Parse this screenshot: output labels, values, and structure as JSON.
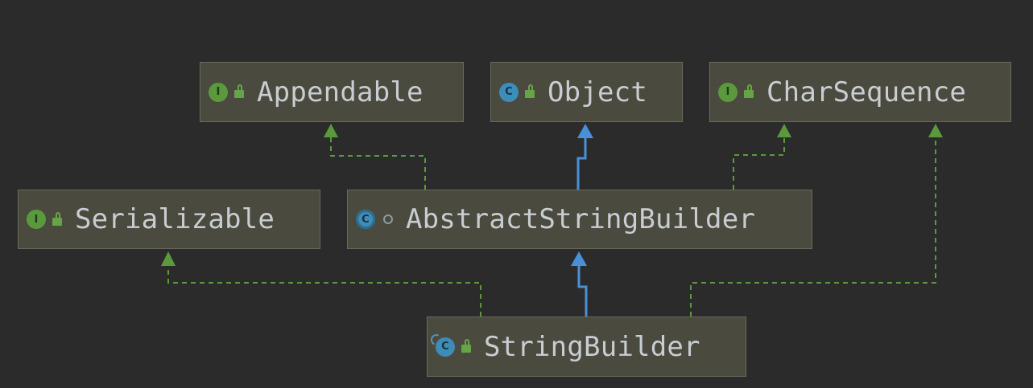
{
  "diagram": {
    "nodes": [
      {
        "key": "appendable",
        "label": "Appendable",
        "kind": "interface",
        "badge_letter": "I",
        "visibility_icon": "lock-icon"
      },
      {
        "key": "object",
        "label": "Object",
        "kind": "class",
        "badge_letter": "C",
        "visibility_icon": "lock-icon"
      },
      {
        "key": "charsequence",
        "label": "CharSequence",
        "kind": "interface",
        "badge_letter": "I",
        "visibility_icon": "lock-icon"
      },
      {
        "key": "serializable",
        "label": "Serializable",
        "kind": "interface",
        "badge_letter": "I",
        "visibility_icon": "lock-icon"
      },
      {
        "key": "abstractstringbuilder",
        "label": "AbstractStringBuilder",
        "kind": "abstract-class",
        "badge_letter": "C",
        "visibility_icon": "package-private-icon"
      },
      {
        "key": "stringbuilder",
        "label": "StringBuilder",
        "kind": "class",
        "badge_letter": "C",
        "visibility_icon": "lock-icon"
      }
    ],
    "edges": [
      {
        "from": "abstractstringbuilder",
        "to": "appendable",
        "relation": "implements"
      },
      {
        "from": "abstractstringbuilder",
        "to": "object",
        "relation": "extends"
      },
      {
        "from": "abstractstringbuilder",
        "to": "charsequence",
        "relation": "implements"
      },
      {
        "from": "stringbuilder",
        "to": "serializable",
        "relation": "implements"
      },
      {
        "from": "stringbuilder",
        "to": "abstractstringbuilder",
        "relation": "extends"
      },
      {
        "from": "stringbuilder",
        "to": "charsequence",
        "relation": "implements"
      }
    ],
    "colors": {
      "background": "#2b2b2b",
      "node_fill": "#4a4a3f",
      "node_border": "#6a6a5c",
      "text": "#c9cdd1",
      "interface_edge": "#5b9a3c",
      "extends_edge": "#4a90d9"
    }
  }
}
